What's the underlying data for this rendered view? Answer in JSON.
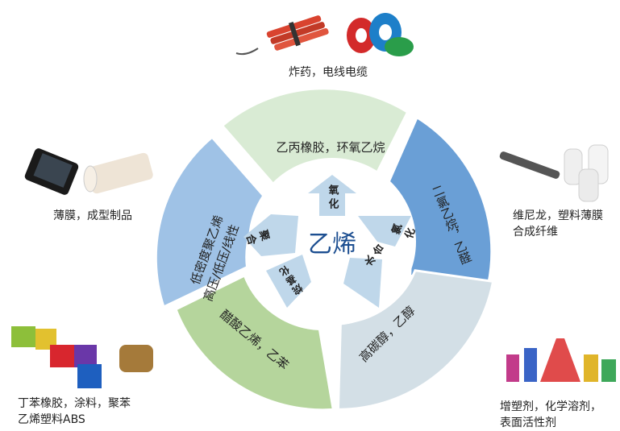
{
  "center": {
    "label": "乙烯"
  },
  "reactions": {
    "oxidation": "氧化",
    "chlorination": "氯化",
    "hydration": "水合",
    "alkylation": "烷基化",
    "polymerization": "聚合"
  },
  "products": {
    "top": "乙丙橡胶，环氧乙烷",
    "right": "二氯乙烷，乙醛",
    "bottom_right": "高碳醇，乙醇",
    "bottom_left": "醋酸乙烯，乙苯",
    "left": "高压/低压/线性低密度聚乙烯"
  },
  "applications": {
    "top": "炸药，电线电缆",
    "right": [
      "维尼龙，塑料薄膜",
      "合成纤维"
    ],
    "bottom_right": [
      "增塑剂，化学溶剂，",
      "表面活性剂"
    ],
    "bottom_left": [
      "丁苯橡胶，涂料，聚苯",
      "乙烯塑料ABS"
    ],
    "left": "薄膜，成型制品"
  },
  "colors": {
    "top_segment": "#d9ebd4",
    "right_segment": "#6a9fd6",
    "bottom_right_segment": "#d3dfe6",
    "bottom_left_segment": "#b5d59c",
    "left_segment": "#9fc2e6",
    "arrow": "#bfd7ea",
    "center_text": "#1d4f91"
  }
}
